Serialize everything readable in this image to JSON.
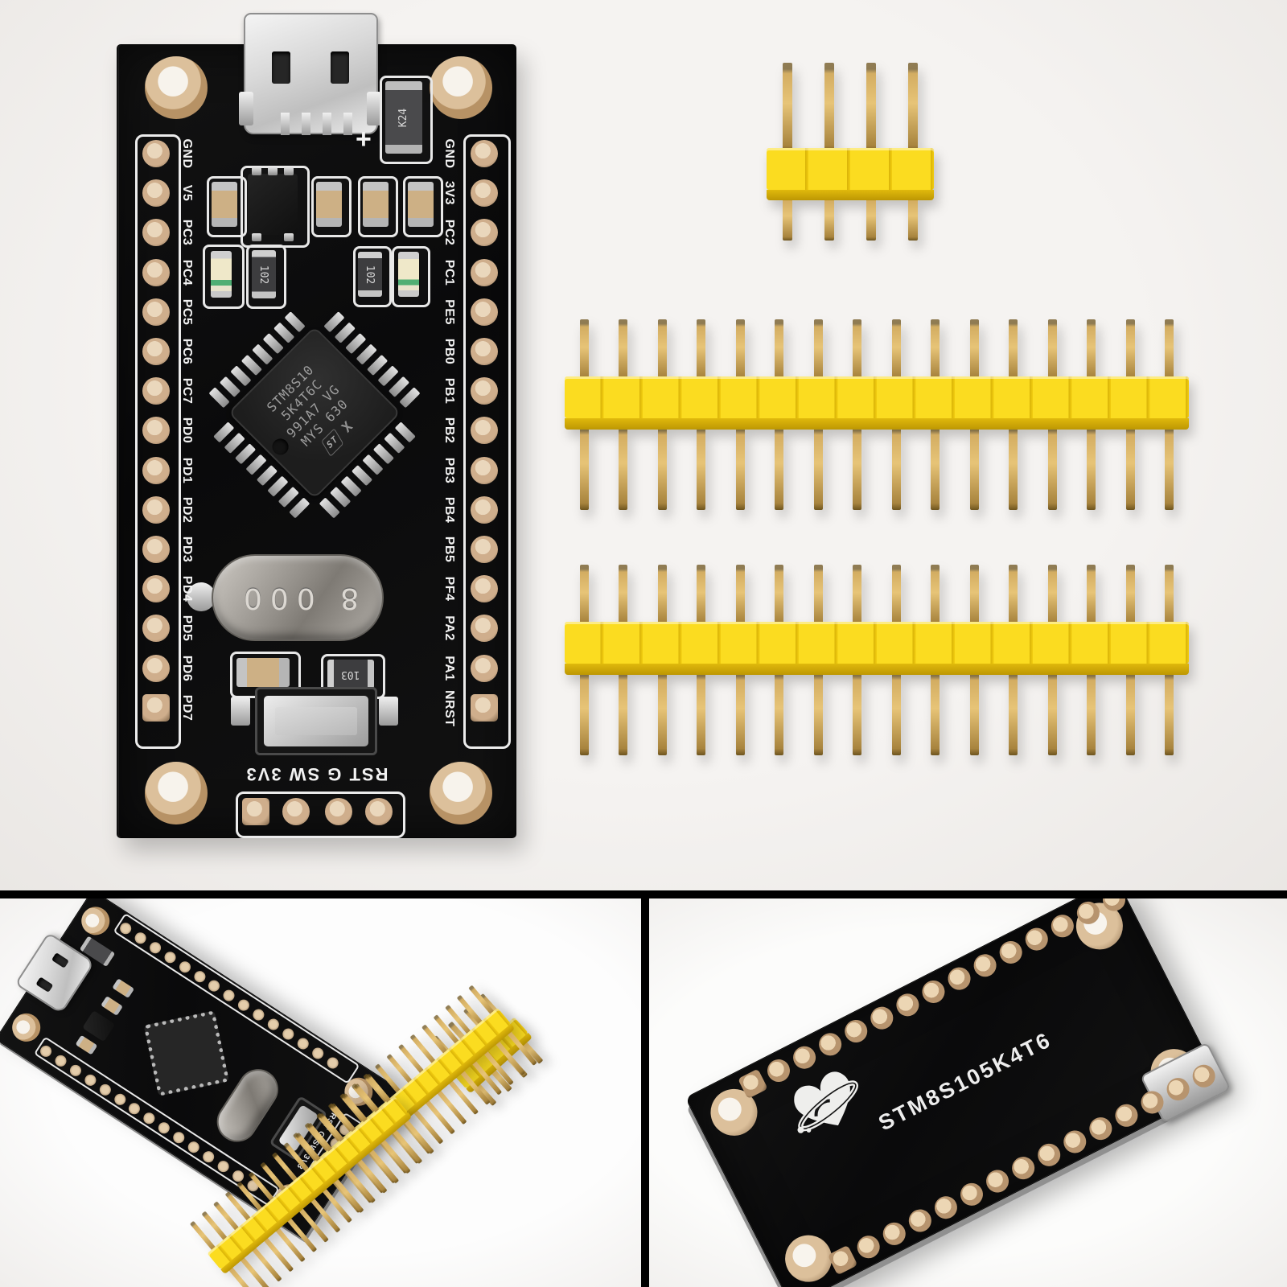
{
  "scene": {
    "description": "STM8S105K4T6 minimum system development board kit product photo: front view with pin headers, angled view, and back view"
  },
  "colors": {
    "background": "#f2f0ee",
    "pcb_black": "#0d0d0e",
    "silkscreen_white": "#f2f2f2",
    "pad_gold": "#c9a885",
    "header_yellow": "#f8d714",
    "pin_gold": "#c19a55",
    "panel_divider": "#000000"
  },
  "front_board": {
    "left_pin_labels": [
      "GND",
      "V5",
      "PC3",
      "PC4",
      "PC5",
      "PC6",
      "PC7",
      "PD0",
      "PD1",
      "PD2",
      "PD3",
      "PD4",
      "PD5",
      "PD6",
      "PD7"
    ],
    "right_pin_labels": [
      "GND",
      "3V3",
      "PC2",
      "PC1",
      "PE5",
      "PB0",
      "PB1",
      "PB2",
      "PB3",
      "PB4",
      "PB5",
      "PF4",
      "PA2",
      "PA1",
      "NRST"
    ],
    "bottom_silkscreen": "RST G SW 3V3",
    "polarity_mark": "+",
    "chip": {
      "line1": "STM8S10",
      "line2": "5K4T6C",
      "line3": "991A7 VG",
      "line4": "MYS 630",
      "st_logo": "ST",
      "x_mark": "X"
    },
    "crystal_marking": "8 000",
    "diode_marking": "K24",
    "resistor_marking_1": "102",
    "resistor_marking_2": "102",
    "resistor_marking_3": "103"
  },
  "back_board": {
    "silkscreen": "STM8S105K4T6",
    "logo": "heart-planet-logo"
  },
  "headers": {
    "long_header_pins": 16,
    "long_header_count": 2,
    "short_header_pins": 4,
    "short_header_count": 1
  }
}
